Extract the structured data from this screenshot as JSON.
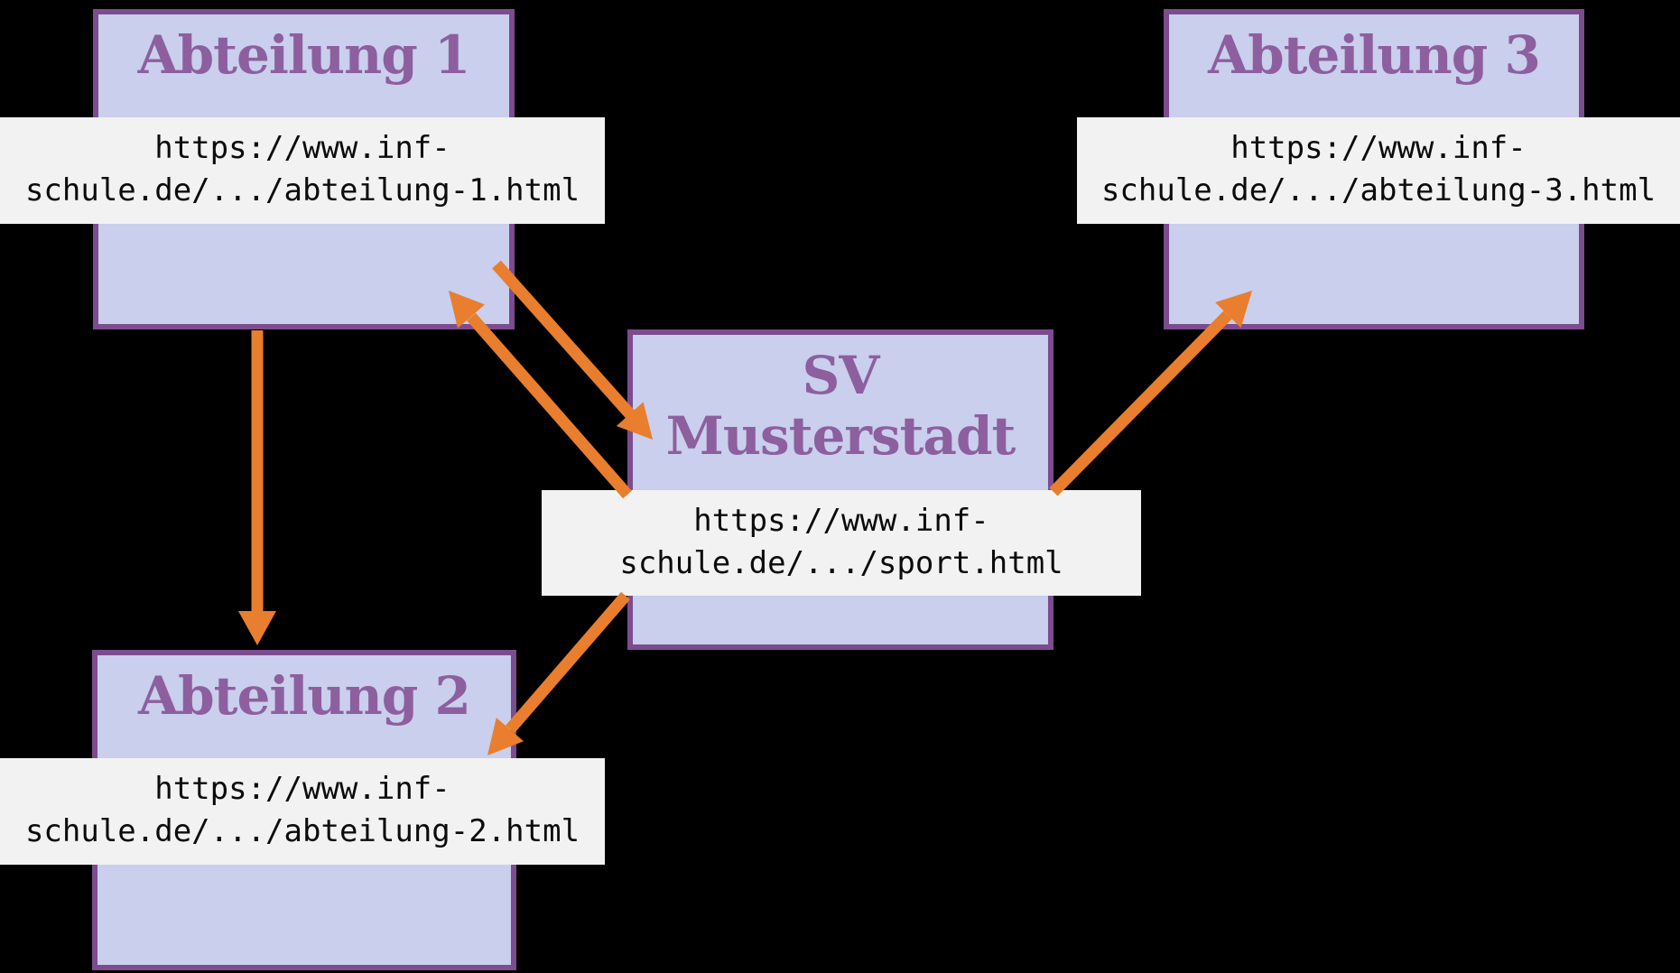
{
  "diagram": {
    "description_colors": {
      "background": "#000000",
      "box_fill": "#c9cfec",
      "box_border": "#7c4c8f",
      "title_text": "#8d5f9f",
      "url_label_background": "#f2f2f2",
      "url_label_text": "#0b0b0b",
      "arrow": "#e87e2e"
    },
    "nodes": {
      "abteilung1": {
        "title": "Abteilung 1",
        "url_line1": "https://www.inf-",
        "url_line2": "schule.de/.../abteilung-1.html"
      },
      "abteilung2": {
        "title": "Abteilung 2",
        "url_line1": "https://www.inf-",
        "url_line2": "schule.de/.../abteilung-2.html"
      },
      "abteilung3": {
        "title": "Abteilung 3",
        "url_line1": "https://www.inf-",
        "url_line2": "schule.de/.../abteilung-3.html"
      },
      "sv": {
        "title_line1": "SV",
        "title_line2": "Musterstadt",
        "url_line1": "https://www.inf-",
        "url_line2": "schule.de/.../sport.html"
      }
    },
    "links": [
      {
        "from": "abteilung1",
        "to": "sv"
      },
      {
        "from": "sv",
        "to": "abteilung1"
      },
      {
        "from": "sv",
        "to": "abteilung3"
      },
      {
        "from": "sv",
        "to": "abteilung2"
      },
      {
        "from": "abteilung1",
        "to": "abteilung2"
      }
    ]
  }
}
